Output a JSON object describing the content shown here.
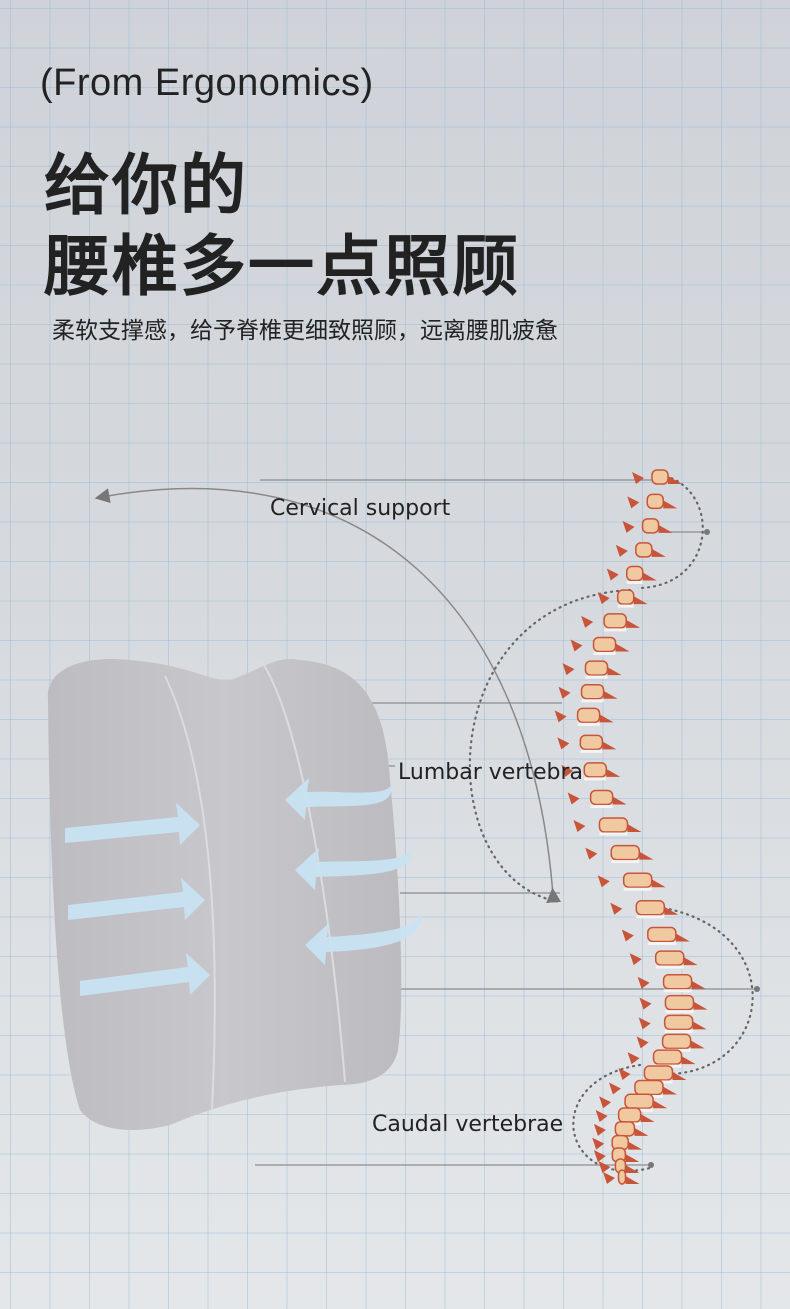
{
  "header": {
    "subtitle": "(From Ergonomics)",
    "title_line1": "给你的",
    "title_line2": "腰椎多一点照顾",
    "description": "柔软支撑感，给予脊椎更细致照顾，远离腰肌疲惫"
  },
  "labels": {
    "cervical": "Cervical support",
    "lumbar": "Lumbar vertebra",
    "caudal": "Caudal vertebrae"
  },
  "colors": {
    "arrow": "#c9e3f3",
    "spine_bone": "#f0c9a0",
    "spine_red": "#c8553a",
    "cushion": "#c4c3c8"
  }
}
